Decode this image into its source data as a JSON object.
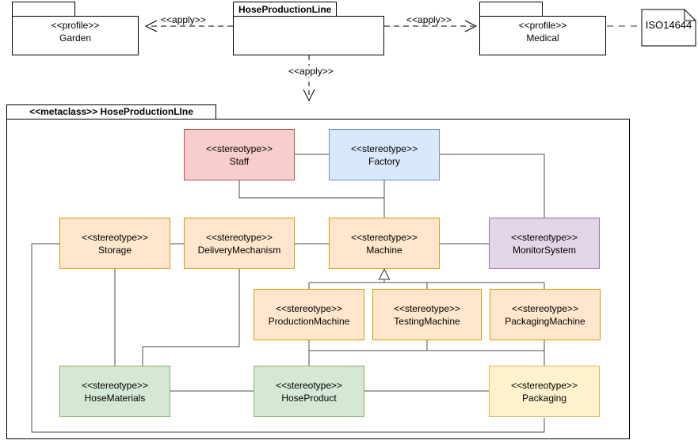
{
  "palette": {
    "staff_fill": "#f8cecc",
    "staff_stroke": "#b85450",
    "factory_fill": "#dae8fc",
    "factory_stroke": "#6c8ebf",
    "orange_fill": "#ffe6cc",
    "orange_stroke": "#d79b00",
    "monitor_fill": "#e1d5e7",
    "monitor_stroke": "#9673a6",
    "green_fill": "#d5e8d4",
    "green_stroke": "#82b366",
    "packaging_fill": "#fff2cc",
    "packaging_stroke": "#d6b656",
    "connector": "#4d4d4d",
    "note_link": "#999999"
  },
  "diagram": {
    "type": "uml-profile-diagram",
    "top": {
      "garden_package": {
        "stereotype": "<<profile>>",
        "name": "Garden"
      },
      "main_package": {
        "name": "HoseProductionLine"
      },
      "medical_package": {
        "stereotype": "<<profile>>",
        "name": "Medical"
      },
      "note": {
        "text": "ISO14644"
      },
      "apply_label_left": "<<apply>>",
      "apply_label_right": "<<apply>>",
      "apply_label_down": "<<apply>>"
    },
    "container": {
      "title": "<<metaclass>> HoseProductionLIne"
    },
    "nodes": {
      "staff": {
        "stereotype": "<<stereotype>>",
        "name": "Staff"
      },
      "factory": {
        "stereotype": "<<stereotype>>",
        "name": "Factory"
      },
      "storage": {
        "stereotype": "<<stereotype>>",
        "name": "Storage"
      },
      "delivery_mechanism": {
        "stereotype": "<<stereotype>>",
        "name": "DeliveryMechanism"
      },
      "machine": {
        "stereotype": "<<stereotype>>",
        "name": "Machine"
      },
      "monitor_system": {
        "stereotype": "<<stereotype>>",
        "name": "MonitorSystem"
      },
      "production_machine": {
        "stereotype": "<<stereotype>>",
        "name": "ProductionMachine"
      },
      "testing_machine": {
        "stereotype": "<<stereotype>>",
        "name": "TestingMachine"
      },
      "packaging_machine": {
        "stereotype": "<<stereotype>>",
        "name": "PackagingMachine"
      },
      "hose_materials": {
        "stereotype": "<<stereotype>>",
        "name": "HoseMaterials"
      },
      "hose_product": {
        "stereotype": "<<stereotype>>",
        "name": "HoseProduct"
      },
      "packaging": {
        "stereotype": "<<stereotype>>",
        "name": "Packaging"
      }
    },
    "edges": [
      {
        "from": "HoseProductionLine",
        "to": "Garden",
        "type": "apply",
        "style": "dashed-open-arrow"
      },
      {
        "from": "HoseProductionLine",
        "to": "Medical",
        "type": "apply",
        "style": "dashed-open-arrow"
      },
      {
        "from": "HoseProductionLine",
        "to": "<<metaclass>> HoseProductionLIne",
        "type": "apply",
        "style": "dashed-open-arrow"
      },
      {
        "from": "Medical",
        "to": "ISO14644",
        "type": "note-link",
        "style": "dashed"
      },
      {
        "from": "Staff",
        "to": "Factory",
        "type": "association"
      },
      {
        "from": "Staff",
        "to": "Machine",
        "type": "association"
      },
      {
        "from": "Factory",
        "to": "Machine",
        "type": "association"
      },
      {
        "from": "Factory",
        "to": "MonitorSystem",
        "type": "association"
      },
      {
        "from": "Storage",
        "to": "DeliveryMechanism",
        "type": "association"
      },
      {
        "from": "DeliveryMechanism",
        "to": "Machine",
        "type": "association"
      },
      {
        "from": "Machine",
        "to": "MonitorSystem",
        "type": "association"
      },
      {
        "from": "Storage",
        "to": "HoseMaterials",
        "type": "association"
      },
      {
        "from": "DeliveryMechanism",
        "to": "HoseMaterials",
        "type": "association"
      },
      {
        "from": "Storage",
        "to": "Packaging",
        "type": "association"
      },
      {
        "from": "ProductionMachine",
        "to": "Machine",
        "type": "generalization"
      },
      {
        "from": "TestingMachine",
        "to": "Machine",
        "type": "generalization"
      },
      {
        "from": "PackagingMachine",
        "to": "Machine",
        "type": "generalization"
      },
      {
        "from": "ProductionMachine",
        "to": "HoseProduct",
        "type": "association"
      },
      {
        "from": "TestingMachine",
        "to": "HoseProduct",
        "type": "association"
      },
      {
        "from": "PackagingMachine",
        "to": "Packaging",
        "type": "association"
      },
      {
        "from": "HoseMaterials",
        "to": "HoseProduct",
        "type": "association"
      },
      {
        "from": "HoseProduct",
        "to": "Packaging",
        "type": "association"
      }
    ]
  }
}
